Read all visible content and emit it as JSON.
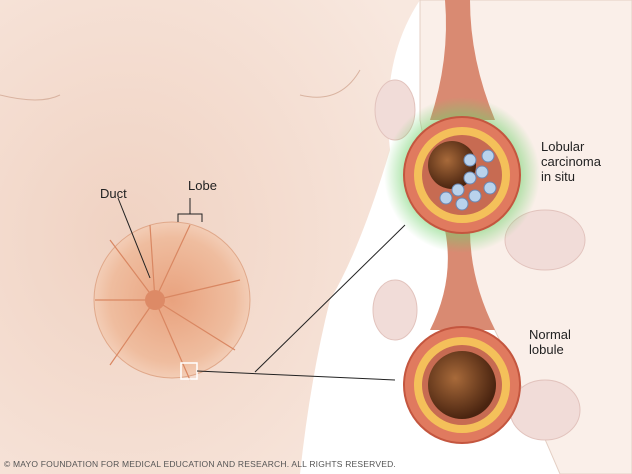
{
  "labels": {
    "duct": "Duct",
    "lobe": "Lobe",
    "lcis_line1": "Lobular",
    "lcis_line2": "carcinoma",
    "lcis_line3": "in situ",
    "normal_line1": "Normal",
    "normal_line2": "lobule"
  },
  "copyright": "© MAYO FOUNDATION FOR MEDICAL EDUCATION AND RESEARCH. ALL RIGHTS RESERVED.",
  "colors": {
    "skin": "#f2d9cb",
    "tissue": "#d9725a",
    "glow": "#7ed67a",
    "lumen": "#7a3d1c"
  }
}
